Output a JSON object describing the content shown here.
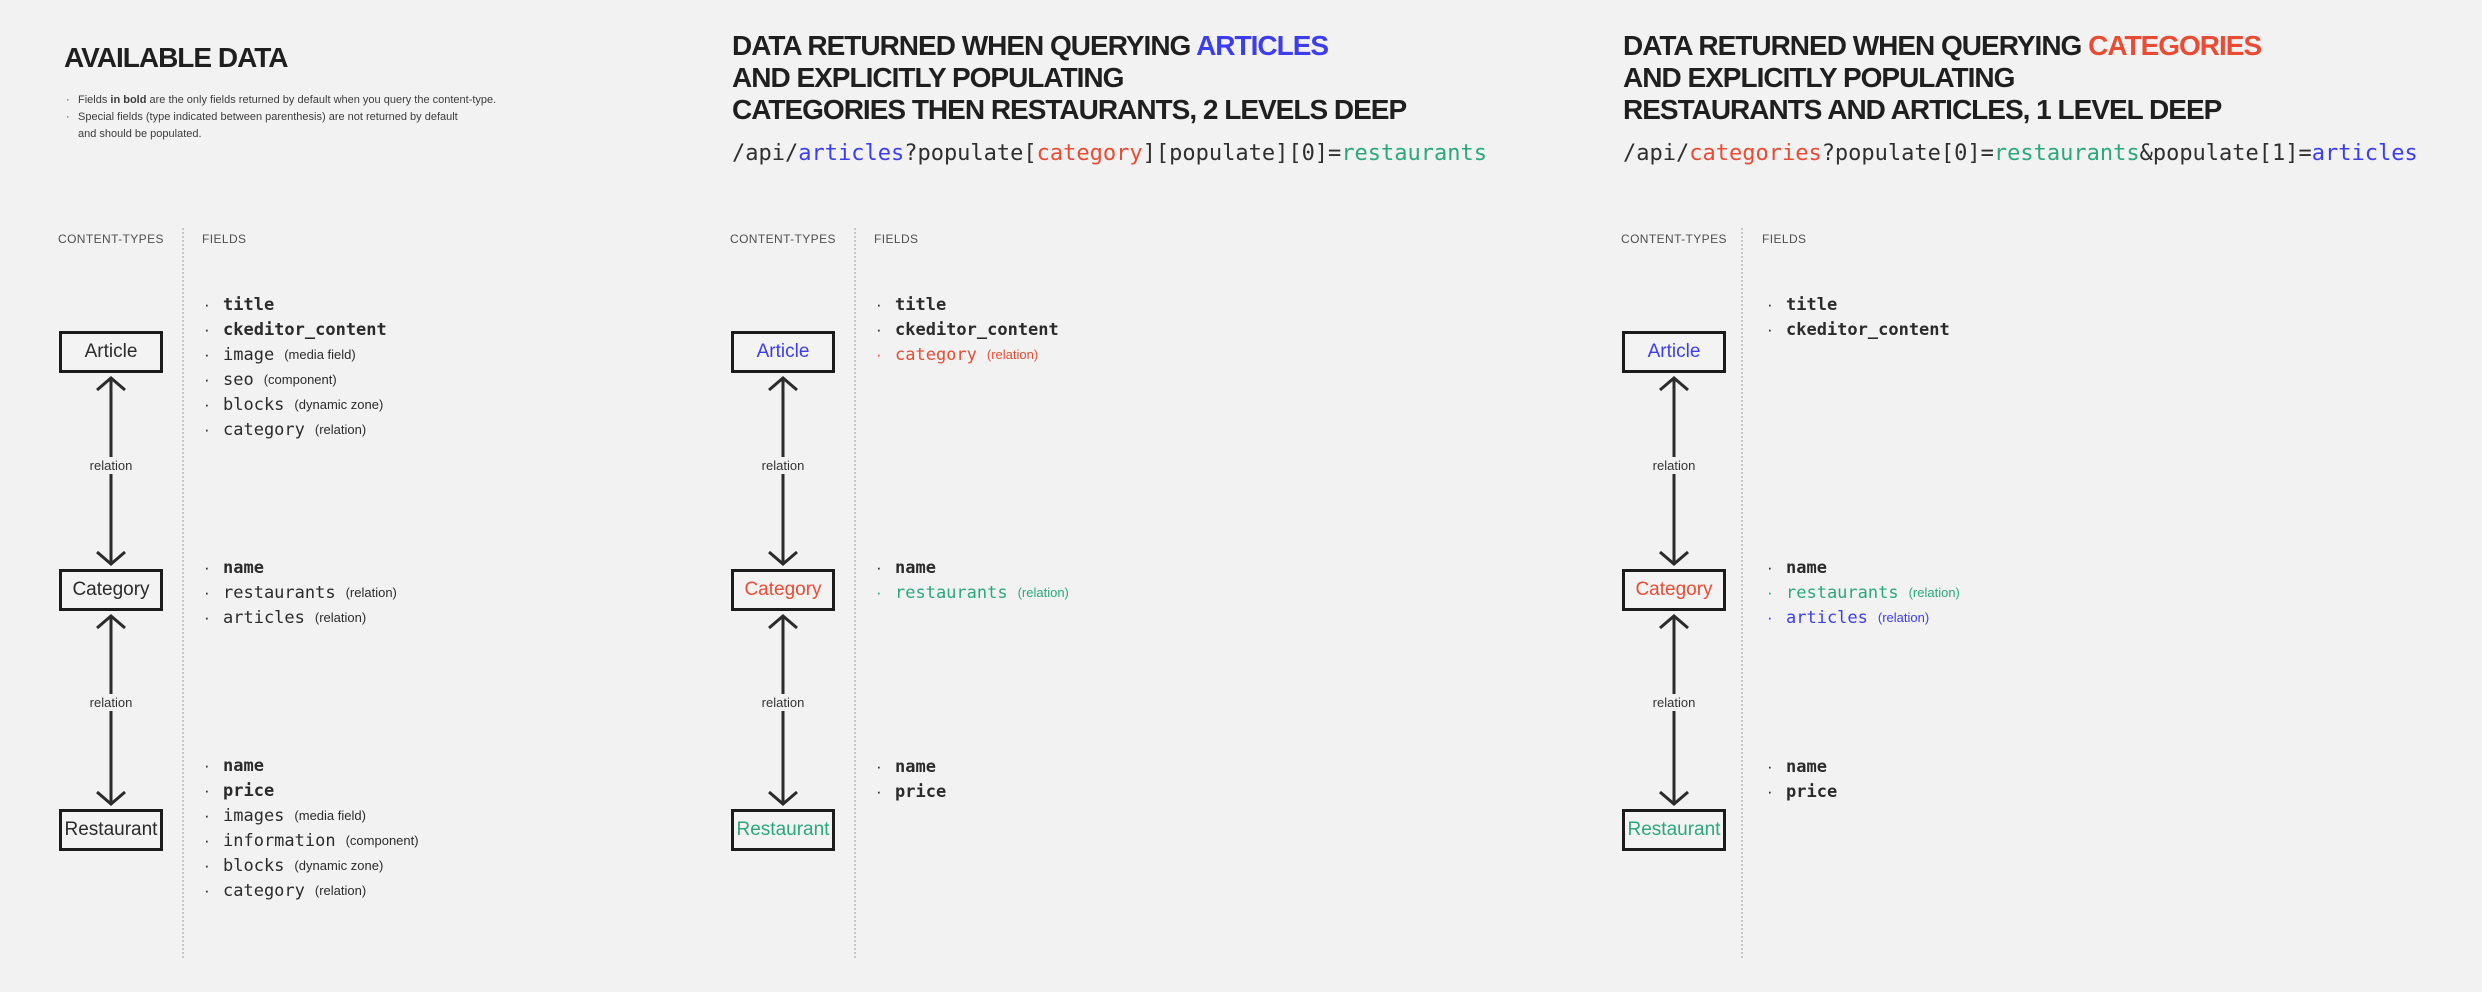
{
  "colors": {
    "background": "#f2f2f2",
    "dark_text": "#2b2b2b",
    "code_dark": "#2f2f2f",
    "blue": "#3d3df0",
    "red": "#ea4b33",
    "green": "#2aa87c"
  },
  "panels": [
    {
      "title": "AVAILABLE DATA",
      "notes": {
        "n1_pre": "Fields ",
        "n1_bold": "in bold",
        "n1_post": " are the only fields returned by default when you query the content-type.",
        "n2_line1": "Special fields (type indicated between parenthesis) are not returned by default",
        "n2_line2": "and should be populated."
      },
      "col1": "CONTENT-TYPES",
      "col2": "FIELDS",
      "boxes": [
        {
          "label": "Article",
          "color": "dark"
        },
        {
          "label": "Category",
          "color": "dark"
        },
        {
          "label": "Restaurant",
          "color": "dark"
        }
      ],
      "relations": [
        "relation",
        "relation"
      ],
      "groups": [
        {
          "rows": [
            {
              "name": "title",
              "bold": "true",
              "color": "dark",
              "type": ""
            },
            {
              "name": "ckeditor_content",
              "bold": "true",
              "color": "dark",
              "type": ""
            },
            {
              "name": "image",
              "bold": "false",
              "color": "dark",
              "type": "(media field)"
            },
            {
              "name": "seo",
              "bold": "false",
              "color": "dark",
              "type": "(component)"
            },
            {
              "name": "blocks",
              "bold": "false",
              "color": "dark",
              "type": "(dynamic zone)"
            },
            {
              "name": "category",
              "bold": "false",
              "color": "dark",
              "type": "(relation)"
            }
          ]
        },
        {
          "rows": [
            {
              "name": "name",
              "bold": "true",
              "color": "dark",
              "type": ""
            },
            {
              "name": "restaurants",
              "bold": "false",
              "color": "dark",
              "type": "(relation)"
            },
            {
              "name": "articles",
              "bold": "false",
              "color": "dark",
              "type": "(relation)"
            }
          ]
        },
        {
          "rows": [
            {
              "name": "name",
              "bold": "true",
              "color": "dark",
              "type": ""
            },
            {
              "name": "price",
              "bold": "true",
              "color": "dark",
              "type": ""
            },
            {
              "name": "images",
              "bold": "false",
              "color": "dark",
              "type": "(media field)"
            },
            {
              "name": "information",
              "bold": "false",
              "color": "dark",
              "type": "(component)"
            },
            {
              "name": "blocks",
              "bold": "false",
              "color": "dark",
              "type": "(dynamic zone)"
            },
            {
              "name": "category",
              "bold": "false",
              "color": "dark",
              "type": "(relation)"
            }
          ]
        }
      ]
    },
    {
      "title_prefix": "DATA RETURNED WHEN QUERYING ",
      "title_highlight": "ARTICLES",
      "highlight_color": "blue",
      "title_line2": "AND EXPLICITLY POPULATING",
      "title_line3": "CATEGORIES THEN RESTAURANTS, 2 LEVELS DEEP",
      "api": [
        {
          "t": "/api/",
          "c": "code"
        },
        {
          "t": "articles",
          "c": "blue"
        },
        {
          "t": "?populate[",
          "c": "code"
        },
        {
          "t": "category",
          "c": "red"
        },
        {
          "t": "][populate][0]=",
          "c": "code"
        },
        {
          "t": "restaurants",
          "c": "green"
        }
      ],
      "col1": "CONTENT-TYPES",
      "col2": "FIELDS",
      "boxes": [
        {
          "label": "Article",
          "color": "blue"
        },
        {
          "label": "Category",
          "color": "red"
        },
        {
          "label": "Restaurant",
          "color": "green"
        }
      ],
      "relations": [
        "relation",
        "relation"
      ],
      "groups": [
        {
          "rows": [
            {
              "name": "title",
              "bold": "true",
              "color": "dark",
              "type": ""
            },
            {
              "name": "ckeditor_content",
              "bold": "true",
              "color": "dark",
              "type": ""
            },
            {
              "name": "category",
              "bold": "false",
              "color": "red",
              "type": "(relation)"
            }
          ]
        },
        {
          "rows": [
            {
              "name": "name",
              "bold": "true",
              "color": "dark",
              "type": ""
            },
            {
              "name": "restaurants",
              "bold": "false",
              "color": "green",
              "type": "(relation)"
            }
          ]
        },
        {
          "rows": [
            {
              "name": "name",
              "bold": "true",
              "color": "dark",
              "type": ""
            },
            {
              "name": "price",
              "bold": "true",
              "color": "dark",
              "type": ""
            }
          ]
        }
      ]
    },
    {
      "title_prefix": "DATA RETURNED WHEN QUERYING ",
      "title_highlight": "CATEGORIES",
      "highlight_color": "red",
      "title_line2": "AND EXPLICITLY POPULATING",
      "title_line3": "RESTAURANTS AND ARTICLES, 1 LEVEL DEEP",
      "api": [
        {
          "t": "/api/",
          "c": "code"
        },
        {
          "t": "categories",
          "c": "red"
        },
        {
          "t": "?populate[0]=",
          "c": "code"
        },
        {
          "t": "restaurants",
          "c": "green"
        },
        {
          "t": "&populate[1]=",
          "c": "code"
        },
        {
          "t": "articles",
          "c": "blue"
        }
      ],
      "col1": "CONTENT-TYPES",
      "col2": "FIELDS",
      "boxes": [
        {
          "label": "Article",
          "color": "blue"
        },
        {
          "label": "Category",
          "color": "red"
        },
        {
          "label": "Restaurant",
          "color": "green"
        }
      ],
      "relations": [
        "relation",
        "relation"
      ],
      "groups": [
        {
          "rows": [
            {
              "name": "title",
              "bold": "true",
              "color": "dark",
              "type": ""
            },
            {
              "name": "ckeditor_content",
              "bold": "true",
              "color": "dark",
              "type": ""
            }
          ]
        },
        {
          "rows": [
            {
              "name": "name",
              "bold": "true",
              "color": "dark",
              "type": ""
            },
            {
              "name": "restaurants",
              "bold": "false",
              "color": "green",
              "type": "(relation)"
            },
            {
              "name": "articles",
              "bold": "false",
              "color": "blue",
              "type": "(relation)"
            }
          ]
        },
        {
          "rows": [
            {
              "name": "name",
              "bold": "true",
              "color": "dark",
              "type": ""
            },
            {
              "name": "price",
              "bold": "true",
              "color": "dark",
              "type": ""
            }
          ]
        }
      ]
    }
  ]
}
